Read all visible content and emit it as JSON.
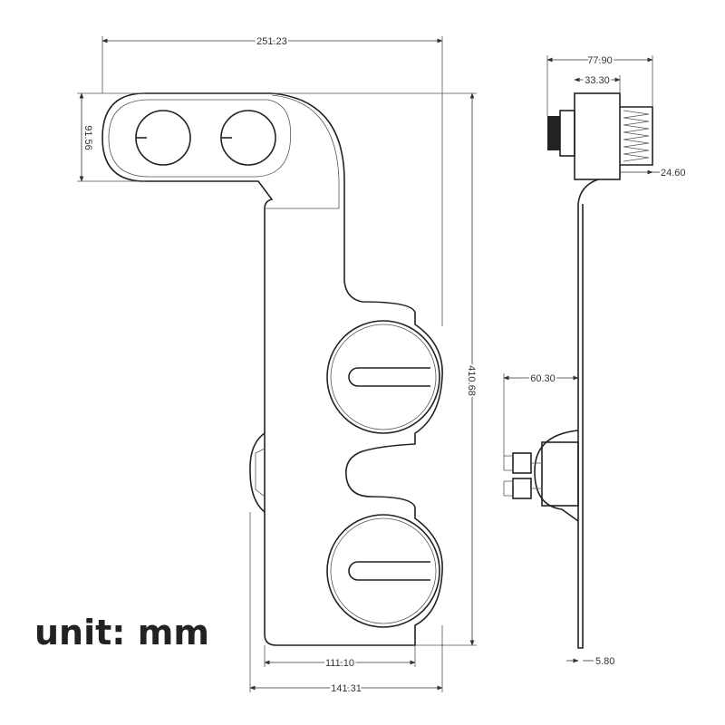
{
  "dimensions": {
    "total_width": "251.23",
    "top_height": "91.56",
    "total_height": "410.68",
    "side_width": "77.90",
    "knob_width": "33.30",
    "spring_width": "24.60",
    "nozzle_offset": "60.30",
    "body_width": "111.10",
    "base_width": "141.31",
    "plate_thickness": "5.80"
  },
  "unit_label": "unit: mm"
}
